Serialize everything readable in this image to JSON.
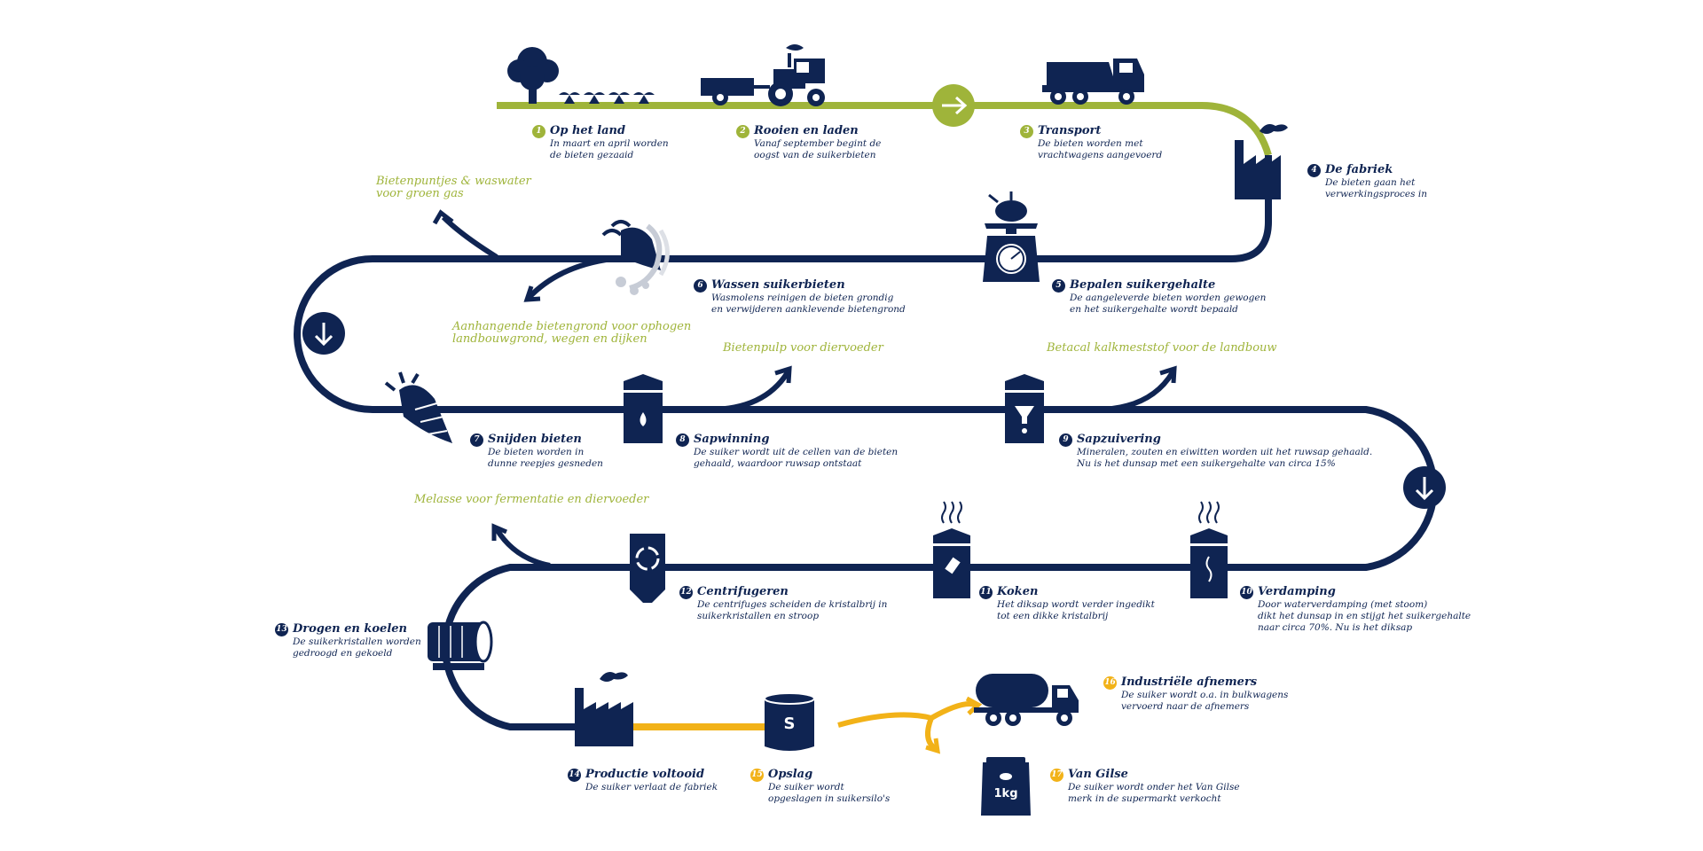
{
  "colors": {
    "navy": "#0f2452",
    "green": "#9fb43a",
    "gold": "#f2b218"
  },
  "steps": [
    {
      "num": "1",
      "title": "Op het land",
      "desc1": "In maart en april worden",
      "desc2": "de bieten gezaaid",
      "icon": "tree-beets-icon"
    },
    {
      "num": "2",
      "title": "Rooien en laden",
      "desc1": "Vanaf september begint de",
      "desc2": "oogst van de suikerbieten",
      "icon": "tractor-icon"
    },
    {
      "num": "3",
      "title": "Transport",
      "desc1": "De bieten worden met",
      "desc2": "vrachtwagens aangevoerd",
      "icon": "dump-truck-icon"
    },
    {
      "num": "4",
      "title": "De fabriek",
      "desc1": "De bieten gaan het",
      "desc2": "verwerkingsproces in",
      "icon": "factory-icon"
    },
    {
      "num": "5",
      "title": "Bepalen suikergehalte",
      "desc1": "De aangeleverde bieten worden gewogen",
      "desc2": "en het suikergehalte wordt bepaald",
      "icon": "scale-icon"
    },
    {
      "num": "6",
      "title": "Wassen suikerbieten",
      "desc1": "Wasmolens reinigen de bieten grondig",
      "desc2": "en verwijderen aanklevende bietengrond",
      "icon": "washing-icon"
    },
    {
      "num": "7",
      "title": "Snijden bieten",
      "desc1": "De bieten worden in",
      "desc2": "dunne reepjes gesneden",
      "icon": "cut-beet-icon"
    },
    {
      "num": "8",
      "title": "Sapwinning",
      "desc1": "De suiker wordt uit de cellen van de bieten",
      "desc2": "gehaald, waardoor ruwsap ontstaat",
      "icon": "tank-drop-icon"
    },
    {
      "num": "9",
      "title": "Sapzuivering",
      "desc1": "Mineralen, zouten en eiwitten worden uit het ruwsap gehaald.",
      "desc2": "Nu is het dunsap met een suikergehalte van circa 15%",
      "icon": "tank-funnel-icon"
    },
    {
      "num": "10",
      "title": "Verdamping",
      "desc1": "Door waterverdamping (met stoom)",
      "desc2": "dikt het dunsap in en stijgt het suikergehalte",
      "desc3": "naar circa 70%. Nu is het diksap",
      "icon": "tank-steam-icon"
    },
    {
      "num": "11",
      "title": "Koken",
      "desc1": "Het diksap wordt verder ingedikt",
      "desc2": "tot een dikke kristalbrij",
      "icon": "tank-boil-icon"
    },
    {
      "num": "12",
      "title": "Centrifugeren",
      "desc1": "De centrifuges scheiden de kristalbrij in",
      "desc2": "suikerkristallen en stroop",
      "icon": "centrifuge-icon"
    },
    {
      "num": "13",
      "title": "Drogen en koelen",
      "desc1": "De suikerkristallen worden",
      "desc2": "gedroogd en gekoeld",
      "icon": "drum-dryer-icon"
    },
    {
      "num": "14",
      "title": "Productie voltooid",
      "desc1": "De suiker verlaat de fabriek",
      "desc2": "",
      "icon": "factory-icon"
    },
    {
      "num": "15",
      "title": "Opslag",
      "desc1": "De suiker wordt",
      "desc2": "opgeslagen in suikersilo's",
      "icon": "silo-icon",
      "silo_label": "S"
    },
    {
      "num": "16",
      "title": "Industriële afnemers",
      "desc1": "De suiker wordt o.a. in bulkwagens",
      "desc2": "vervoerd naar de afnemers",
      "icon": "tanker-truck-icon"
    },
    {
      "num": "17",
      "title": "Van Gilse",
      "desc1": "De suiker wordt onder het Van Gilse",
      "desc2": "merk in de supermarkt verkocht",
      "icon": "sugar-bag-icon",
      "bag_label": "1kg"
    }
  ],
  "byproducts": {
    "groen_gas": {
      "line1": "Bietenpuntjes & waswater",
      "line2": "voor groen gas"
    },
    "bietengrond": {
      "line1": "Aanhangende bietengrond voor ophogen",
      "line2": "landbouwgrond, wegen en dijken"
    },
    "pulp": {
      "line1": "Bietenpulp voor diervoeder"
    },
    "kalk": {
      "line1": "Betacal kalkmeststof voor de landbouw"
    },
    "melasse": {
      "line1": "Melasse voor fermentatie en diervoeder"
    }
  }
}
